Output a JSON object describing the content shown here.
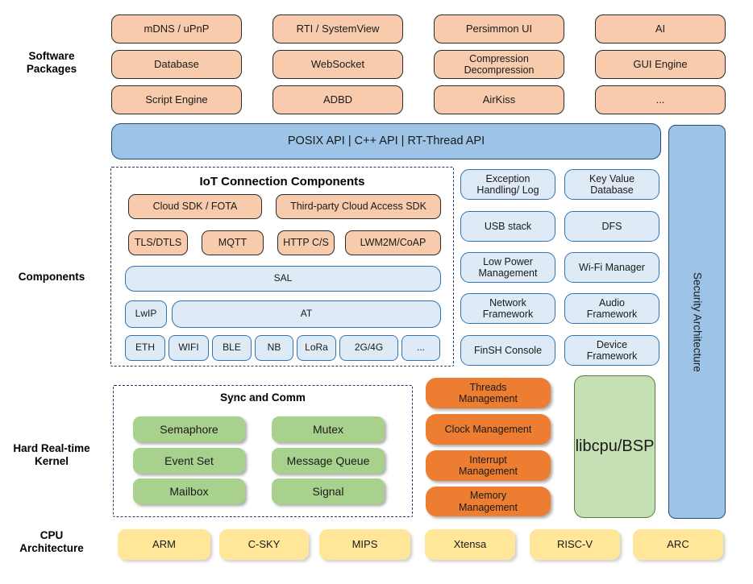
{
  "side_labels": {
    "software_packages": "Software\nPackages",
    "components": "Components",
    "kernel": "Hard Real-time\nKernel",
    "cpu": "CPU\nArchitecture"
  },
  "software_packages": {
    "grid": [
      [
        "mDNS / uPnP",
        "RTI / SystemView",
        "Persimmon UI",
        "AI"
      ],
      [
        "Database",
        "WebSocket",
        "Compression\nDecompression",
        "GUI Engine"
      ],
      [
        "Script Engine",
        "ADBD",
        "AirKiss",
        "..."
      ]
    ]
  },
  "api_bar": {
    "label": "POSIX API | C++ API | RT-Thread API"
  },
  "security_bar": {
    "label": "Security Architecture"
  },
  "iot": {
    "title": "IoT Connection Components",
    "sdk_row": [
      "Cloud SDK / FOTA",
      "Third-party Cloud Access SDK"
    ],
    "protocol_row": [
      "TLS/DTLS",
      "MQTT",
      "HTTP C/S",
      "LWM2M/CoAP"
    ],
    "sal": "SAL",
    "lwip": "LwIP",
    "at": "AT",
    "link_row": [
      "ETH",
      "WIFI",
      "BLE",
      "NB",
      "LoRa",
      "2G/4G",
      "..."
    ]
  },
  "components_right": {
    "rows": [
      [
        "Exception\nHandling/ Log",
        "Key Value\nDatabase"
      ],
      [
        "USB stack",
        "DFS"
      ],
      [
        "Low Power\nManagement",
        "Wi-Fi Manager"
      ],
      [
        "Network\nFramework",
        "Audio\nFramework"
      ],
      [
        "FinSH Console",
        "Device\nFramework"
      ]
    ]
  },
  "kernel": {
    "sync_title": "Sync and Comm",
    "sync_grid": [
      [
        "Semaphore",
        "Mutex"
      ],
      [
        "Event Set",
        "Message Queue"
      ],
      [
        "Mailbox",
        "Signal"
      ]
    ],
    "management": [
      "Threads\nManagement",
      "Clock Management",
      "Interrupt\nManagement",
      "Memory\nManagement"
    ],
    "libcpu": "libcpu/BSP"
  },
  "cpu_row": {
    "items": [
      "ARM",
      "C-SKY",
      "MIPS",
      "Xtensa",
      "RISC-V",
      "ARC"
    ]
  },
  "colors": {
    "package_fill": "#F8CBAD",
    "api_fill": "#9DC3E6",
    "component_fill": "#DEEBF7",
    "sync_fill": "#A9D18E",
    "libcpu_fill": "#C5E0B4",
    "management_fill": "#ED7D31",
    "cpu_fill": "#FFE699",
    "dash_border": "#1F3864"
  }
}
